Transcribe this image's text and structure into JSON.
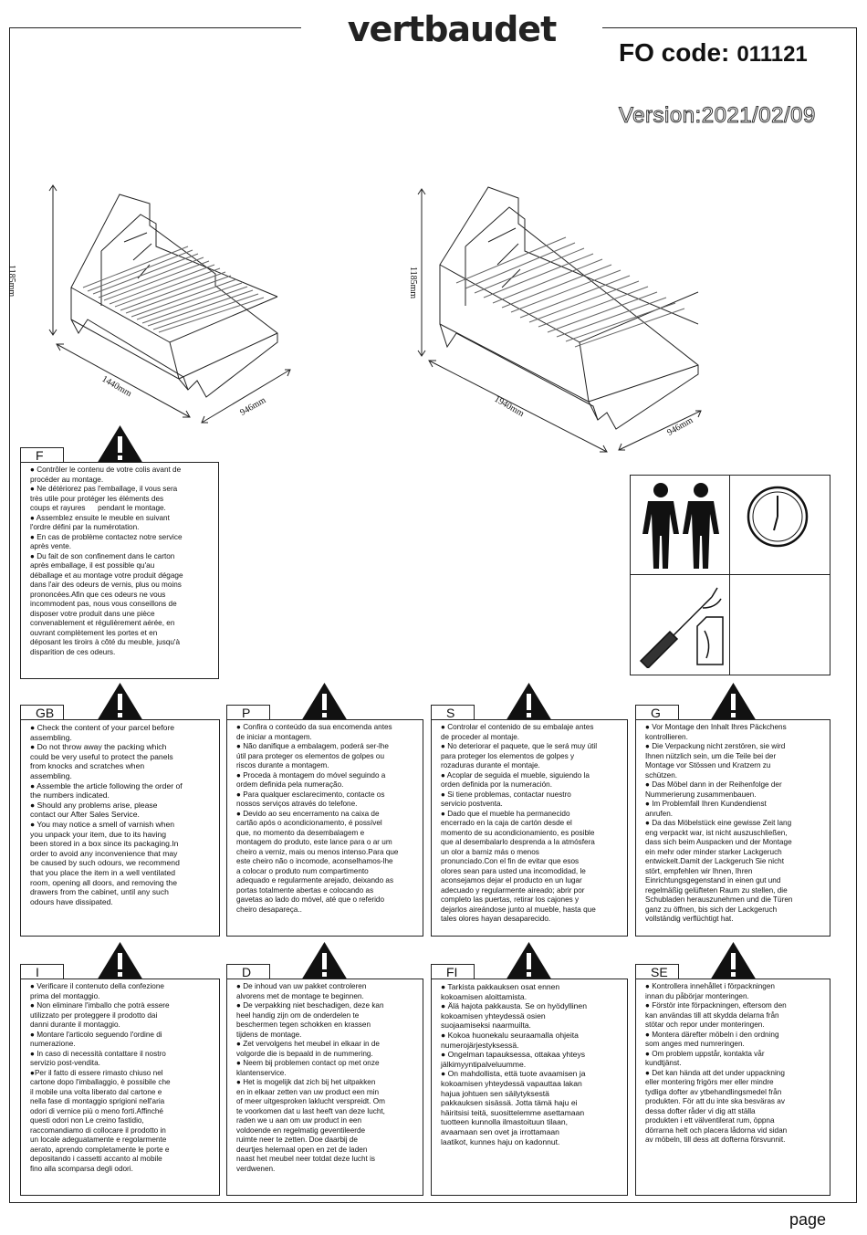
{
  "brand": "vertbaudet",
  "fo_label": "FO code:",
  "fo_code": "011121",
  "version": "Version:2021/02/09",
  "page_label": "page",
  "bed_left": {
    "height": "1185mm",
    "length": "1440mm",
    "width": "946mm"
  },
  "bed_right": {
    "height": "1185mm",
    "length": "1940mm",
    "width": "946mm"
  },
  "sections": {
    "F": {
      "label": "F",
      "text": "● Contrôler le contenu de votre colis avant de\nprocéder au montage.\n● Ne détériorez pas l'emballage, il vous sera\ntrès utile pour protéger les éléments des\ncoups et rayures      pendant le montage.\n● Assemblez ensuite le meuble en suivant\nl'ordre défini par la numérotation.\n● En cas de problème contactez notre service\naprès vente.\n● Du fait de son confinement dans le carton\naprès emballage, il est possible qu'au\ndéballage et au montage votre produit dégage\ndans l'air des odeurs de vernis, plus ou moins\nprononcées.Afin que ces odeurs ne vous\nincommodent pas, nous vous conseillons de\ndisposer votre produit dans une pièce\nconvenablement et régulièrement aérée, en\nouvrant complètement les portes et en\ndéposant les tiroirs à côté du meuble, jusqu'à\ndisparition de ces odeurs."
    },
    "GB": {
      "label": "GB",
      "text": "● Check the content of your parcel before\nassembling.\n● Do not throw away the packing which\ncould be very useful to protect the panels\nfrom knocks and scratches when\nassembling.\n● Assemble the article following the order of\nthe numbers indicated.\n● Should any problems arise, please\ncontact our After Sales Service.\n● You may notice a smell of varnish when\nyou unpack your item, due to its having\nbeen stored in a box since its packaging.In\norder to avoid any inconvenience that may\nbe caused by such odours, we recommend\nthat you place the item in a well ventilated\nroom, opening all doors, and removing the\ndrawers from the cabinet, until any such\nodours have dissipated."
    },
    "P": {
      "label": "P",
      "text": "● Confira o conteúdo da sua encomenda antes\nde iniciar a montagem.\n● Não danifique a embalagem, poderá ser-lhe\nútil para proteger os elementos de golpes ou\nriscos durante a montagem.\n● Proceda à montagem do móvel seguindo a\nordem definida pela numeração.\n● Para qualquer esclarecimento, contacte os\nnossos serviços através do telefone.\n● Devido ao seu encerramento na caixa de\ncartão após o acondicionamento, é possível\nque, no momento da desembalagem e\nmontagem do produto, este lance para o ar um\ncheiro a verniz, mais ou menos intenso.Para que\neste cheiro não o incomode, aconselhamos-lhe\na colocar o produto num compartimento\nadequado e regularmente arejado, deixando as\nportas totalmente abertas e colocando as\ngavetas ao lado do móvel, até que o referido\ncheiro desapareça.."
    },
    "S": {
      "label": "S",
      "text": "● Controlar el contenido de su embalaje antes\nde proceder al montaje.\n● No deteriorar el paquete, que le será muy útil\npara proteger los elementos de golpes y\nrozaduras durante el montaje.\n● Acoplar de seguida el mueble, siguiendo la\norden definida por la numeración.\n● Si tiene problemas, contactar nuestro\nservicio postventa.\n● Dado que el mueble ha permanecido\nencerrado en la caja de cartón desde el\nmomento de su acondicionamiento, es posible\nque al desembalarlo desprenda a la atmósfera\nun olor a barniz más o menos\npronunciado.Con el fin de evitar que esos\nolores sean para usted una incomodidad, le\naconsejamos dejar el producto en un lugar\nadecuado y regularmente aireado; abrir por\ncompleto las puertas, retirar los cajones y\ndejarlos aireándose junto al mueble, hasta que\ntales olores hayan desaparecido."
    },
    "G": {
      "label": "G",
      "text": "● Vor Montage den Inhalt Ihres Päckchens\nkontrollieren.\n● Die Verpackung nicht zerstören, sie wird\nIhnen nützlich sein, um die Teile bei der\nMontage vor Stössen und Kratzern zu\nschützen.\n● Das Möbel dann in der Reihenfolge der\nNummerierung zusammenbauen.\n● Im Problemfall Ihren Kundendienst\nanrufen.\n● Da das Möbelstück eine gewisse Zeit lang\neng verpackt war, ist nicht auszuschließen,\ndass sich beim Auspacken und der Montage\nein mehr oder minder starker Lackgeruch\nentwickelt.Damit der Lackgeruch Sie nicht\nstört, empfehlen wir Ihnen, Ihren\nEinrichtungsgegenstand in einen gut und\nregelmäßig gelüfteten Raum zu stellen, die\nSchubladen herauszunehmen und die Türen\nganz zu öffnen, bis sich der Lackgeruch\nvollständig verflüchtigt hat."
    },
    "I": {
      "label": "I",
      "text": "● Verificare il contenuto della confezione\nprima del montaggio.\n● Non eliminare l'imballo che potrà essere\nutilizzato per proteggere il prodotto dai\ndanni durante il montaggio.\n● Montare l'articolo seguendo l'ordine di\nnumerazione.\n● In caso di necessità contattare il nostro\nservizio post-vendita.\n●Per il fatto di essere rimasto chiuso nel\ncartone dopo l'imballaggio, è possibile che\nil mobile una volta liberato dal cartone e\nnella fase di montaggio sprigioni nell'aria\nodori di vernice più o meno forti.Affinché\nquesti odori non Le creino fastidio,\nraccomandiamo di collocare il prodotto in\nun locale adeguatamente e regolarmente\naerato, aprendo completamente le porte e\ndepositando i cassetti accanto al mobile\nfino alla scomparsa degli odori."
    },
    "D": {
      "label": "D",
      "text": "● De inhoud van uw pakket controleren\nalvorens met de montage te beginnen.\n● De verpakking niet beschadigen, deze kan\nheel handig zijn om de onderdelen te\nbeschermen tegen schokken en krassen\ntijdens de montage.\n● Zet vervolgens het meubel in elkaar in de\nvolgorde die is bepaald in de nummering.\n● Neem bij problemen contact op met onze\nklantenservice.\n● Het is mogelijk dat zich bij het uitpakken\nen in elkaar zetten van uw product een min\nof meer uitgesproken laklucht verspreidt. Om\nte voorkomen dat u last heeft van deze lucht,\nraden we u aan om uw product in een\nvoldoende en regelmatig geventileerde\nruimte neer te zetten. Doe daarbij de\ndeurtjes helemaal open en zet de laden\nnaast het meubel neer totdat deze lucht is\nverdwenen."
    },
    "FI": {
      "label": "FI",
      "text": "● Tarkista pakkauksen osat ennen\nkokoamisen aloittamista.\n● Älä hajota pakkausta. Se on hyödyllinen\nkokoamisen yhteydessä osien\nsuojaamiseksi naarmuilta.\n● Kokoa huonekalu seuraamalla ohjeita\nnumerojärjestyksessä.\n● Ongelman tapauksessa, ottakaa yhteys\njälkimyyntipalveluumme.\n● On mahdollista, että tuote avaamisen ja\nkokoamisen yhteydessä vapauttaa lakan\nhajua johtuen sen säilytyksestä\npakkauksen sisässä. Jotta tämä haju ei\nhäiritsisi teitä, suosittelemme asettamaan\ntuotteen kunnolla ilmastoituun tilaan,\navaamaan sen ovet ja irrottamaan\nlaatikot, kunnes haju on kadonnut."
    },
    "SE": {
      "label": "SE",
      "text": "● Kontrollera innehållet i förpackningen\ninnan du påbörjar monteringen.\n● Förstör inte förpackningen, eftersom den\nkan användas till att skydda delarna från\nstötar och repor under monteringen.\n● Montera därefter möbeln i den ordning\nsom anges med numreringen.\n● Om problem uppstår, kontakta vår\nkundtjänst.\n● Det kan hända att det under uppackning\neller montering frigörs mer eller mindre\ntydliga dofter av ytbehandlingsmedel från\nprodukten. För att du inte ska besväras av\ndessa dofter råder vi dig att ställa\nprodukten i ett välventilerat rum, öppna\ndörrarna helt och placera lådorna vid sidan\nav möbeln, till dess att dofterna försvunnit."
    }
  }
}
